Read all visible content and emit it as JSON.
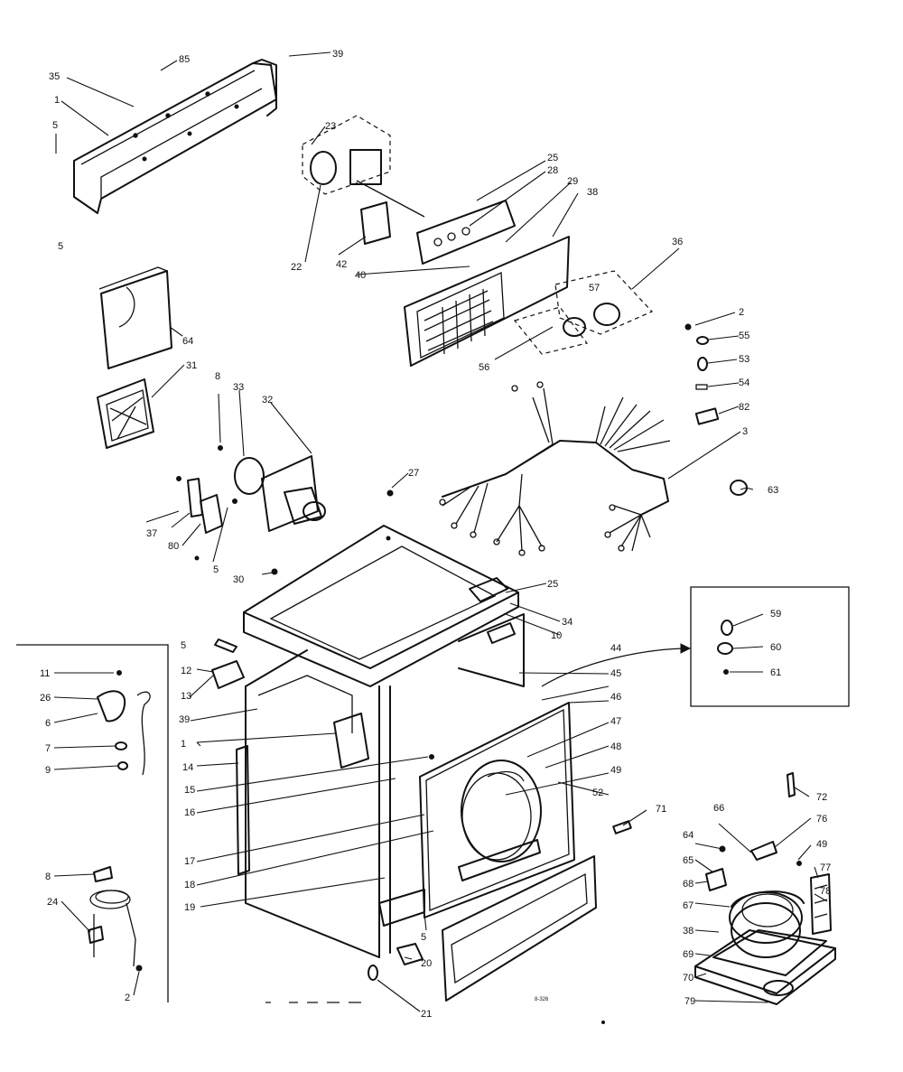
{
  "diagram": {
    "part_numbers": [
      "85",
      "39",
      "35",
      "1",
      "5",
      "23",
      "25",
      "28",
      "29",
      "38",
      "22",
      "42",
      "40",
      "36",
      "2",
      "55",
      "53",
      "54",
      "82",
      "64",
      "31",
      "57",
      "56",
      "8",
      "33",
      "32",
      "3",
      "63",
      "27",
      "37",
      "80",
      "30",
      "25",
      "34",
      "10",
      "59",
      "60",
      "61",
      "11",
      "26",
      "6",
      "7",
      "9",
      "12",
      "13",
      "39",
      "14",
      "15",
      "16",
      "17",
      "18",
      "19",
      "44",
      "45",
      "46",
      "47",
      "48",
      "49",
      "52",
      "71",
      "72",
      "76",
      "66",
      "64",
      "49",
      "65",
      "77",
      "68",
      "78",
      "67",
      "38",
      "69",
      "70",
      "79",
      "8",
      "24",
      "2",
      "5",
      "20",
      "21",
      "5",
      "5",
      "5",
      "1"
    ],
    "footer_code": "8-326"
  }
}
